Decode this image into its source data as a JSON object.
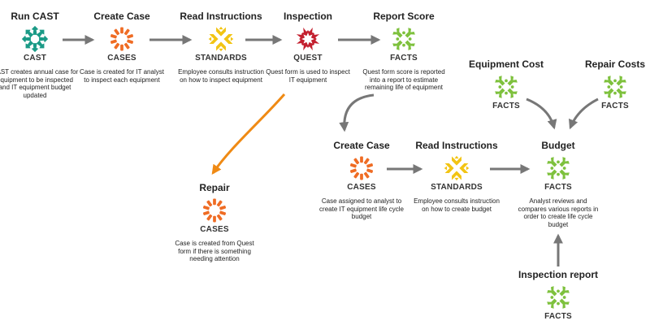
{
  "colors": {
    "cast": "#1a9a86",
    "cases": "#ef6c24",
    "standards": "#f2c413",
    "quest": "#c31f2e",
    "facts": "#7ec13d",
    "arrow_gray": "#777777",
    "arrow_orange": "#ef8a14"
  },
  "nodes": [
    {
      "id": "run-cast",
      "title": "Run CAST",
      "label": "CAST",
      "icon": "cast",
      "desc": "CAST creates annual case for equipment to be inspected and IT equipment budget updated"
    },
    {
      "id": "create-case-1",
      "title": "Create Case",
      "label": "CASES",
      "icon": "cases",
      "desc": "Case is created for IT analyst to inspect each equipment"
    },
    {
      "id": "read-instructions-1",
      "title": "Read Instructions",
      "label": "STANDARDS",
      "icon": "standards",
      "desc": "Employee consults instruction on how to inspect equipment"
    },
    {
      "id": "inspection",
      "title": "Inspection",
      "label": "QUEST",
      "icon": "quest",
      "desc": "Quest form is used to inspect IT equipment"
    },
    {
      "id": "report-score",
      "title": "Report Score",
      "label": "FACTS",
      "icon": "facts",
      "desc": "Quest form score is reported into a report to estimate remaining life of equipment"
    },
    {
      "id": "equipment-cost",
      "title": "Equipment Cost",
      "label": "FACTS",
      "icon": "facts",
      "desc": ""
    },
    {
      "id": "repair-costs",
      "title": "Repair Costs",
      "label": "FACTS",
      "icon": "facts",
      "desc": ""
    },
    {
      "id": "create-case-2",
      "title": "Create Case",
      "label": "CASES",
      "icon": "cases",
      "desc": "Case assigned to analyst to create IT equipment life cycle budget"
    },
    {
      "id": "read-instructions-2",
      "title": "Read Instructions",
      "label": "STANDARDS",
      "icon": "standards",
      "desc": "Employee consults instruction on how to create budget"
    },
    {
      "id": "budget",
      "title": "Budget",
      "label": "FACTS",
      "icon": "facts",
      "desc": "Analyst reviews and compares various reports in order to create life cycle budget"
    },
    {
      "id": "repair",
      "title": "Repair",
      "label": "CASES",
      "icon": "cases",
      "desc": "Case is created from Quest form if there is something needing attention"
    },
    {
      "id": "inspection-report",
      "title": "Inspection report",
      "label": "FACTS",
      "icon": "facts",
      "desc": ""
    }
  ]
}
